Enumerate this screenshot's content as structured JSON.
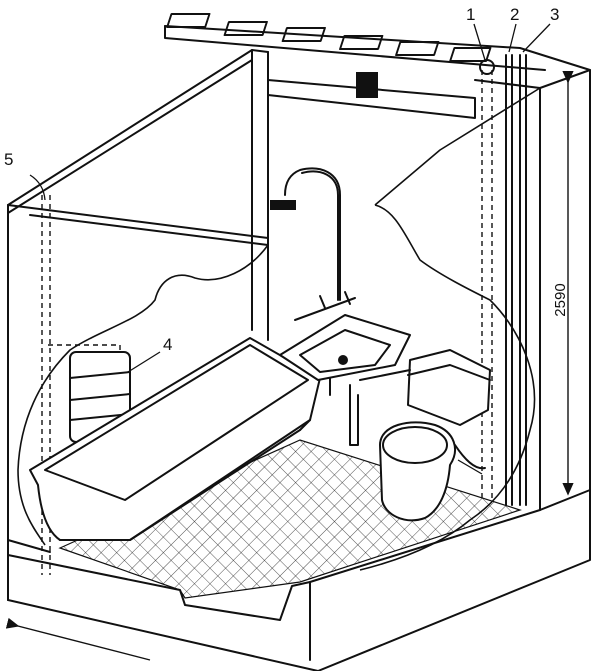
{
  "labels": {
    "l1": "1",
    "l2": "2",
    "l3": "3",
    "l4": "4",
    "l5": "5"
  },
  "dimensions": {
    "height": "2590"
  }
}
